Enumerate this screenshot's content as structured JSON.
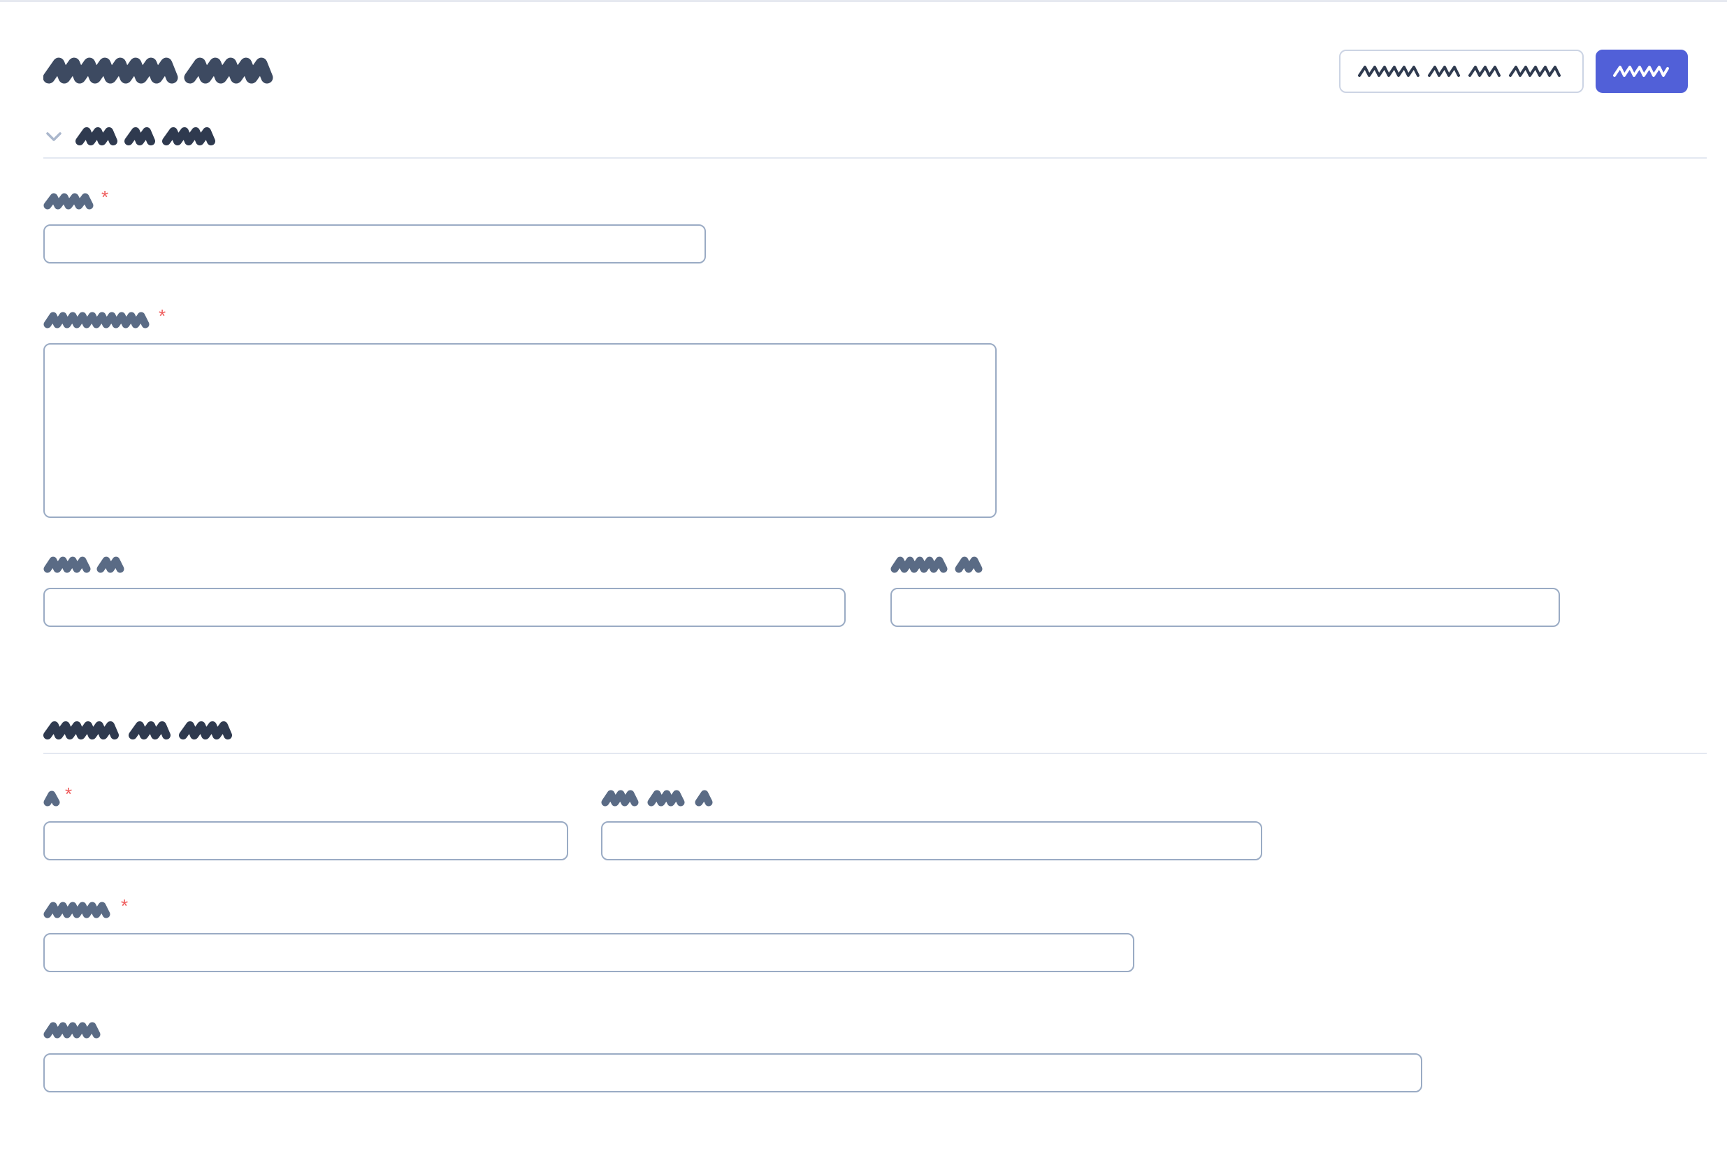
{
  "page": {
    "title": "Redacted page title",
    "title_word_count": 2,
    "background": "#ffffff",
    "text_color": "#2f3a4f",
    "accent_color": "#5160d8",
    "border_color": "#9aabc4",
    "divider_color": "#e3e8f1",
    "required_marker_color": "#ef5b5b",
    "redacted": true
  },
  "header": {
    "title_label": "Redacted page title",
    "actions": {
      "secondary_label": "Redacted secondary action",
      "secondary_word_count": 4,
      "primary_label": "Redacted",
      "primary_word_count": 1
    }
  },
  "sections": [
    {
      "id": "section-one",
      "heading": "Redacted section heading",
      "heading_word_count": 3,
      "collapsed": false,
      "chevron": "chevron-down-icon",
      "fields": [
        {
          "id": "field-name",
          "label": "Redacted",
          "label_word_count": 1,
          "required": true,
          "type": "text",
          "value": "",
          "placeholder": ""
        },
        {
          "id": "field-description",
          "label": "Redacted",
          "label_word_count": 1,
          "required": true,
          "type": "textarea",
          "value": "",
          "placeholder": ""
        },
        {
          "id": "field-start",
          "label": "Redacted label",
          "label_word_count": 2,
          "required": false,
          "type": "text",
          "value": "",
          "placeholder": ""
        },
        {
          "id": "field-end",
          "label": "Redacted label",
          "label_word_count": 2,
          "required": false,
          "type": "text",
          "value": "",
          "placeholder": ""
        }
      ]
    },
    {
      "id": "section-two",
      "heading": "Redacted second heading",
      "heading_word_count": 3,
      "collapsed": false,
      "chevron": "",
      "fields": [
        {
          "id": "field-id",
          "label": "Re",
          "label_word_count": 1,
          "required": true,
          "type": "text",
          "value": "",
          "placeholder": ""
        },
        {
          "id": "field-sub-id",
          "label": "Redacted label id",
          "label_word_count": 3,
          "required": false,
          "type": "text",
          "value": "",
          "placeholder": ""
        },
        {
          "id": "field-address",
          "label": "Redacted",
          "label_word_count": 1,
          "required": true,
          "type": "text",
          "value": "",
          "placeholder": ""
        },
        {
          "id": "field-notes",
          "label": "Redact",
          "label_word_count": 1,
          "required": false,
          "type": "text",
          "value": "",
          "placeholder": ""
        }
      ]
    }
  ]
}
